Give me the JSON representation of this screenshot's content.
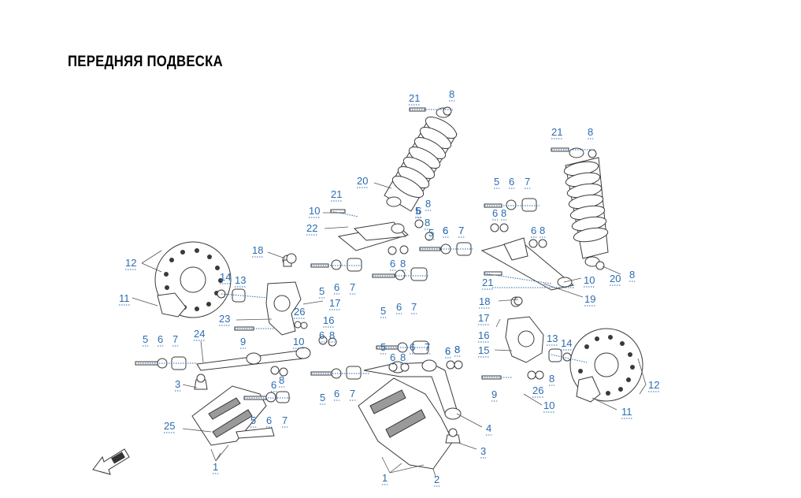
{
  "title": "ПЕРЕДНЯЯ ПОДВЕСКА",
  "callouts": [
    {
      "id": "c1",
      "text": "21"
    },
    {
      "id": "c2",
      "text": "8"
    },
    {
      "id": "c3",
      "text": "20"
    },
    {
      "id": "c4",
      "text": "8"
    },
    {
      "id": "c5",
      "text": "21"
    },
    {
      "id": "c6",
      "text": "10"
    },
    {
      "id": "c7",
      "text": "22"
    },
    {
      "id": "c8",
      "text": "6"
    },
    {
      "id": "c9",
      "text": "8"
    },
    {
      "id": "c10",
      "text": "5"
    },
    {
      "id": "c11",
      "text": "6"
    },
    {
      "id": "c12",
      "text": "7"
    },
    {
      "id": "c13",
      "text": "6"
    },
    {
      "id": "c14",
      "text": "8"
    },
    {
      "id": "c15",
      "text": "18"
    },
    {
      "id": "c16",
      "text": "5"
    },
    {
      "id": "c17",
      "text": "6"
    },
    {
      "id": "c18",
      "text": "7"
    },
    {
      "id": "c19",
      "text": "12"
    },
    {
      "id": "c20",
      "text": "14"
    },
    {
      "id": "c21",
      "text": "13"
    },
    {
      "id": "c22",
      "text": "11"
    },
    {
      "id": "c23",
      "text": "17"
    },
    {
      "id": "c24",
      "text": "26"
    },
    {
      "id": "c25",
      "text": "16"
    },
    {
      "id": "c26",
      "text": "23"
    },
    {
      "id": "c27",
      "text": "9"
    },
    {
      "id": "c28",
      "text": "10"
    },
    {
      "id": "c29",
      "text": "6"
    },
    {
      "id": "c30",
      "text": "8"
    },
    {
      "id": "c31",
      "text": "5"
    },
    {
      "id": "c32",
      "text": "6"
    },
    {
      "id": "c33",
      "text": "7"
    },
    {
      "id": "c34",
      "text": "24"
    },
    {
      "id": "c35",
      "text": "5"
    },
    {
      "id": "c36",
      "text": "6"
    },
    {
      "id": "c37",
      "text": "7"
    },
    {
      "id": "c38",
      "text": "6"
    },
    {
      "id": "c39",
      "text": "8"
    },
    {
      "id": "c40",
      "text": "3"
    },
    {
      "id": "c41",
      "text": "6"
    },
    {
      "id": "c42",
      "text": "8"
    },
    {
      "id": "c43",
      "text": "5"
    },
    {
      "id": "c44",
      "text": "6"
    },
    {
      "id": "c45",
      "text": "7"
    },
    {
      "id": "c46",
      "text": "5"
    },
    {
      "id": "c47",
      "text": "6"
    },
    {
      "id": "c48",
      "text": "7"
    },
    {
      "id": "c49",
      "text": "25"
    },
    {
      "id": "c50",
      "text": "1"
    },
    {
      "id": "c51",
      "text": "5"
    },
    {
      "id": "c52",
      "text": "6"
    },
    {
      "id": "c53",
      "text": "7"
    },
    {
      "id": "c54",
      "text": "6"
    },
    {
      "id": "c55",
      "text": "8"
    },
    {
      "id": "c56",
      "text": "6"
    },
    {
      "id": "c57",
      "text": "8"
    },
    {
      "id": "c58",
      "text": "4"
    },
    {
      "id": "c59",
      "text": "3"
    },
    {
      "id": "c60",
      "text": "1"
    },
    {
      "id": "c61",
      "text": "2"
    },
    {
      "id": "c62",
      "text": "21"
    },
    {
      "id": "c63",
      "text": "8"
    },
    {
      "id": "c64",
      "text": "5"
    },
    {
      "id": "c65",
      "text": "6"
    },
    {
      "id": "c66",
      "text": "7"
    },
    {
      "id": "c67",
      "text": "6"
    },
    {
      "id": "c68",
      "text": "8"
    },
    {
      "id": "c69",
      "text": "5"
    },
    {
      "id": "c70",
      "text": "6"
    },
    {
      "id": "c71",
      "text": "7"
    },
    {
      "id": "c72",
      "text": "6"
    },
    {
      "id": "c73",
      "text": "8"
    },
    {
      "id": "c74",
      "text": "21"
    },
    {
      "id": "c75",
      "text": "10"
    },
    {
      "id": "c76",
      "text": "20"
    },
    {
      "id": "c77",
      "text": "8"
    },
    {
      "id": "c78",
      "text": "19"
    },
    {
      "id": "c79",
      "text": "18"
    },
    {
      "id": "c80",
      "text": "17"
    },
    {
      "id": "c81",
      "text": "16"
    },
    {
      "id": "c82",
      "text": "15"
    },
    {
      "id": "c83",
      "text": "13"
    },
    {
      "id": "c84",
      "text": "14"
    },
    {
      "id": "c85",
      "text": "9"
    },
    {
      "id": "c86",
      "text": "26"
    },
    {
      "id": "c87",
      "text": "8"
    },
    {
      "id": "c88",
      "text": "10"
    },
    {
      "id": "c89",
      "text": "12"
    },
    {
      "id": "c90",
      "text": "11"
    }
  ]
}
